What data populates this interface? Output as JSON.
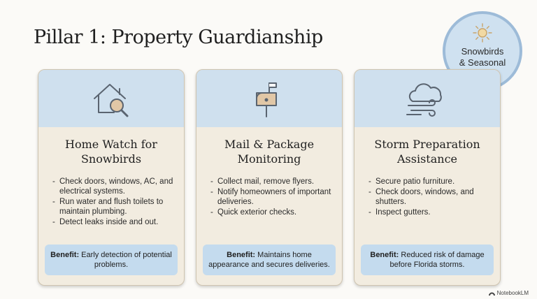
{
  "title": "Pillar 1: Property Guardianship",
  "badge": {
    "text": "Snowbirds\n& Seasonal",
    "icon": "sun-icon"
  },
  "cards": [
    {
      "icon": "house-magnifier-icon",
      "title": "Home Watch for\nSnowbirds",
      "bullets": [
        "Check doors, windows, AC, and electrical systems.",
        "Run water and flush toilets to maintain plumbing.",
        "Detect leaks inside and out."
      ],
      "benefit_label": "Benefit:",
      "benefit_text": " Early detection of potential problems."
    },
    {
      "icon": "mailbox-icon",
      "title": "Mail & Package\nMonitoring",
      "bullets": [
        "Collect mail, remove flyers.",
        "Notify homeowners of important deliveries.",
        "Quick exterior checks."
      ],
      "benefit_label": "Benefit:",
      "benefit_text": " Maintains home appearance and secures deliveries."
    },
    {
      "icon": "storm-cloud-wind-icon",
      "title": "Storm Preparation\nAssistance",
      "bullets": [
        "Secure patio furniture.",
        "Check doors, windows, and shutters.",
        "Inspect gutters."
      ],
      "benefit_label": "Benefit:",
      "benefit_text": " Reduced risk of damage before Florida storms."
    }
  ],
  "footer": {
    "brand": "NotebookLM"
  },
  "colors": {
    "card_bg": "#f2ece0",
    "card_header": "#cfe0ee",
    "benefit_bg": "#c4dbee",
    "badge_bg": "#cfe1f0",
    "badge_border": "#9dbbd8",
    "icon_accent": "#e1c7a6"
  }
}
